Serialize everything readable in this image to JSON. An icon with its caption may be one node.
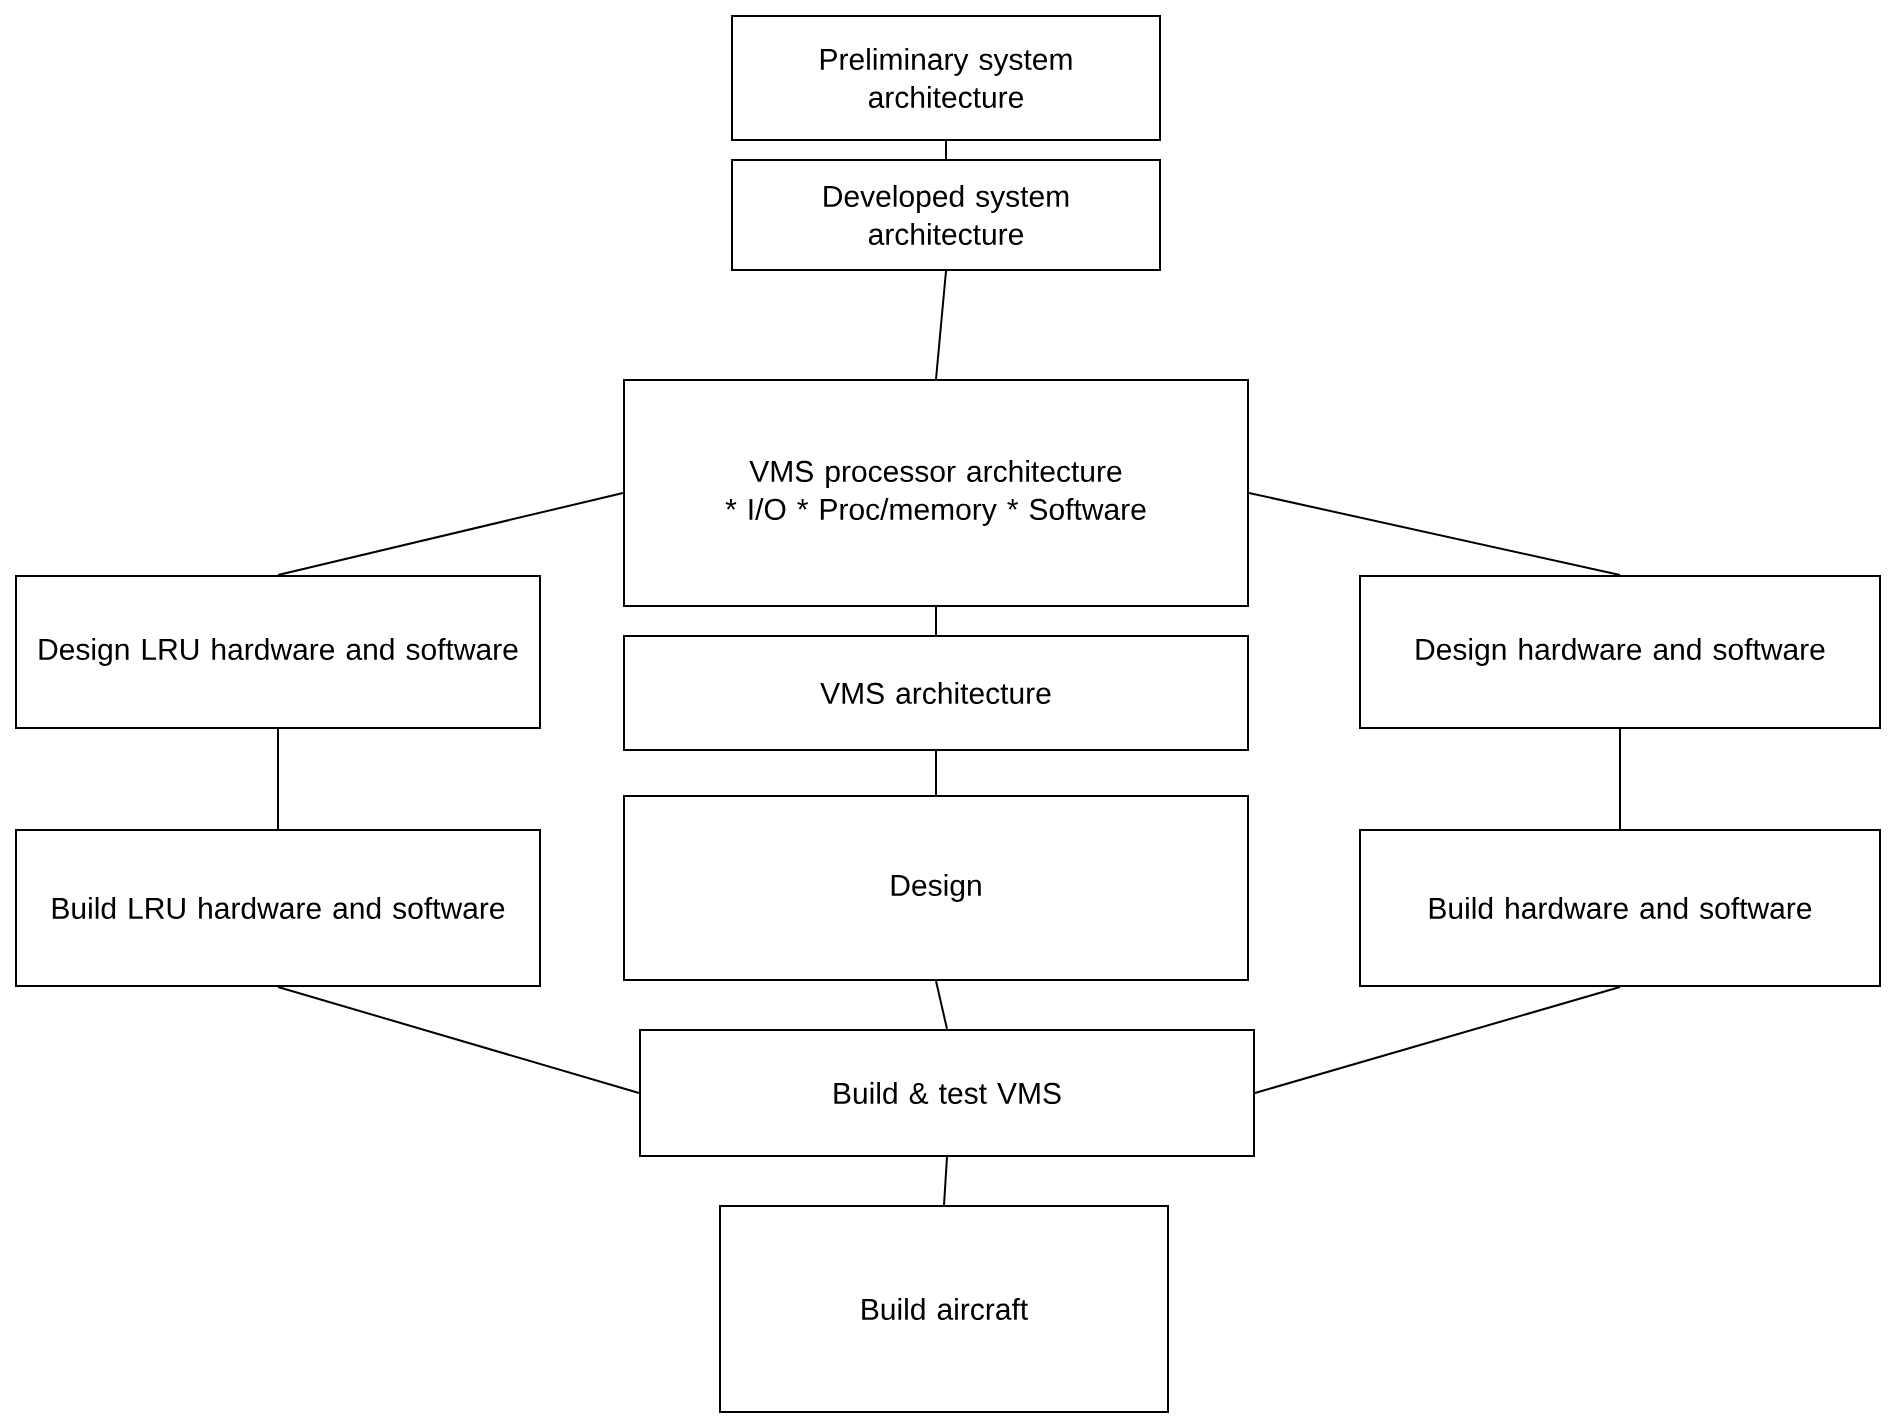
{
  "diagram": {
    "nodes": [
      {
        "text": [
          "Preliminary system architecture"
        ]
      },
      {
        "text": [
          "Developed system architecture"
        ]
      },
      {
        "text": [
          "VMS processor architecture",
          "* I/O  * Proc/memory  * Software"
        ]
      },
      {
        "text": [
          "Design LRU hardware and software"
        ]
      },
      {
        "text": [
          "Design hardware and software"
        ]
      },
      {
        "text": [
          "VMS architecture"
        ]
      },
      {
        "text": [
          "Build LRU hardware and software"
        ]
      },
      {
        "text": [
          "Design"
        ]
      },
      {
        "text": [
          "Build hardware and software"
        ]
      },
      {
        "text": [
          "Build & test VMS"
        ]
      },
      {
        "text": [
          "Build aircraft"
        ]
      }
    ],
    "edges": [
      {
        "from": 0,
        "to": 1,
        "arrow": "none"
      },
      {
        "from": 1,
        "to": 2,
        "arrow": "none"
      },
      {
        "from": 2,
        "to": 3,
        "arrow": "none"
      },
      {
        "from": 2,
        "to": 4,
        "arrow": "none"
      },
      {
        "from": 2,
        "to": 5,
        "arrow": "none"
      },
      {
        "from": 3,
        "to": 6,
        "arrow": "none"
      },
      {
        "from": 5,
        "to": 7,
        "arrow": "none"
      },
      {
        "from": 4,
        "to": 8,
        "arrow": "none"
      },
      {
        "from": 6,
        "to": 9,
        "arrow": "none"
      },
      {
        "from": 7,
        "to": 9,
        "arrow": "none"
      },
      {
        "from": 8,
        "to": 9,
        "arrow": "none"
      },
      {
        "from": 9,
        "to": 10,
        "arrow": "none"
      }
    ]
  }
}
